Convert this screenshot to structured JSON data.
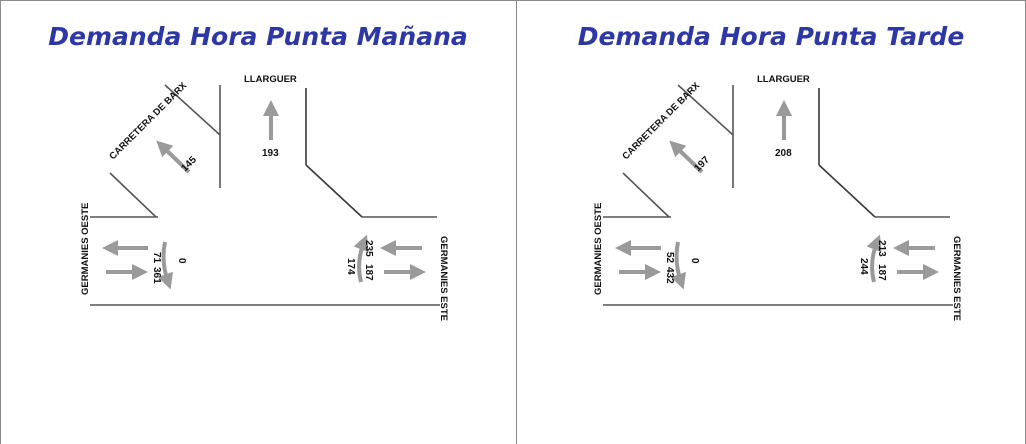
{
  "panels": [
    {
      "title": "Demanda Hora Punta Mañana",
      "streets": {
        "barx": "CARRETERA DE BARX",
        "llarguer": "LLARGUER",
        "oeste": "GERMANIES OESTE",
        "este": "GERMANIES ESTE"
      },
      "flows": {
        "barx": "145",
        "llarguer": "193",
        "oeste_top": "71",
        "oeste_turn": "0",
        "oeste_bottom": "361",
        "este_top": "235",
        "este_turn": "174",
        "este_bottom": "187"
      }
    },
    {
      "title": "Demanda Hora Punta Tarde",
      "streets": {
        "barx": "CARRETERA DE BARX",
        "llarguer": "LLARGUER",
        "oeste": "GERMANIES OESTE",
        "este": "GERMANIES ESTE"
      },
      "flows": {
        "barx": "197",
        "llarguer": "208",
        "oeste_top": "52",
        "oeste_turn": "0",
        "oeste_bottom": "432",
        "este_top": "213",
        "este_turn": "244",
        "este_bottom": "187"
      }
    }
  ],
  "colors": {
    "title": "#2e37a6",
    "arrow": "#9a9a9a",
    "road": "#555555"
  }
}
